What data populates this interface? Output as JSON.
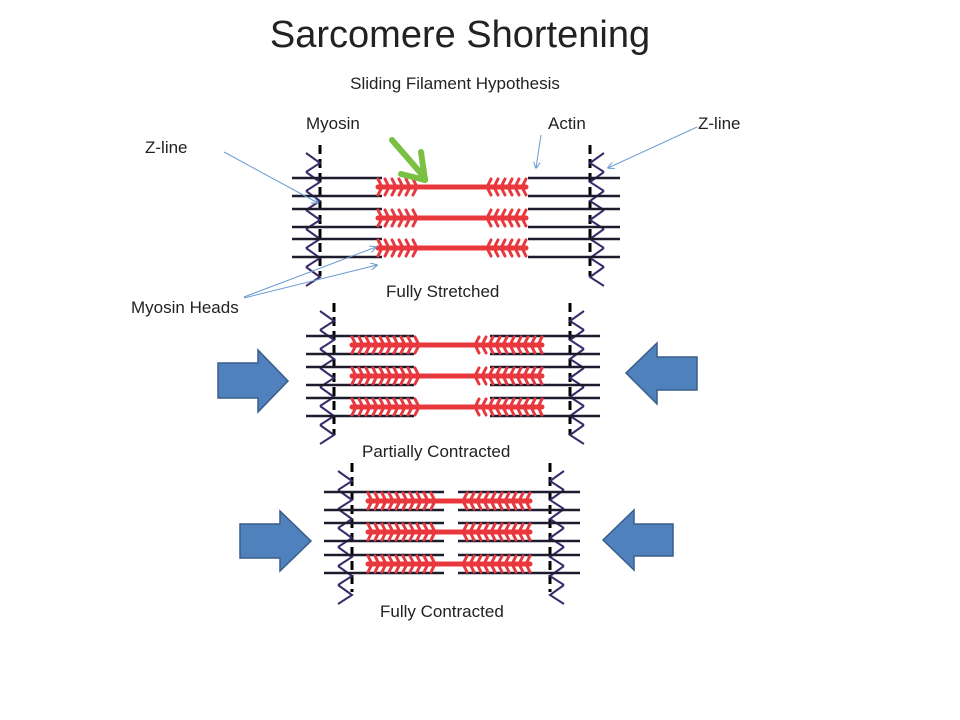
{
  "title": "Sarcomere Shortening",
  "subtitle": "Sliding Filament Hypothesis",
  "labels": {
    "myosin": "Myosin",
    "actin": "Actin",
    "z_line_right": "Z-line",
    "z_line_left": "Z-line",
    "myosin_heads": "Myosin Heads"
  },
  "stages": [
    {
      "label": "Fully Stretched"
    },
    {
      "label": "Partially Contracted"
    },
    {
      "label": "Fully Contracted"
    }
  ],
  "colors": {
    "myosin": "#e8383d",
    "actin": "#1c1c2e",
    "z_line": "#3a2a6a",
    "compression_arrow": "#4f81bd",
    "pointer_arrow": "#6b9ad3",
    "highlight_arrow": "#7ac143"
  }
}
